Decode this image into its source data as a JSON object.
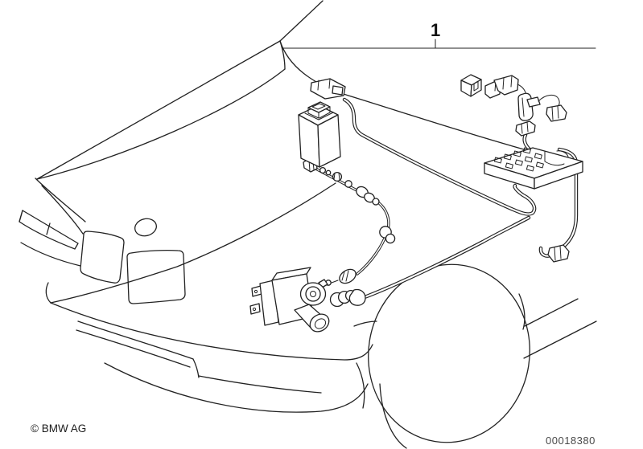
{
  "page": {
    "background": "#ffffff",
    "line_color": "#222222",
    "muted_text_color": "#4a4a4a"
  },
  "diagram": {
    "callout": {
      "number": "1"
    },
    "footer": {
      "copyright": "© BMW AG",
      "document_number": "00018380"
    },
    "depicted_parts": [
      "harness-plug-connector",
      "control-module",
      "cable-end-fittings",
      "bowden-cable",
      "cruise-control-actuator",
      "relay-cube",
      "plug-connector-pair",
      "mounting-bracket-with-connector",
      "inline-connector",
      "fuse-box",
      "wiring-harness",
      "body-side-connector",
      "car-front-end"
    ]
  }
}
